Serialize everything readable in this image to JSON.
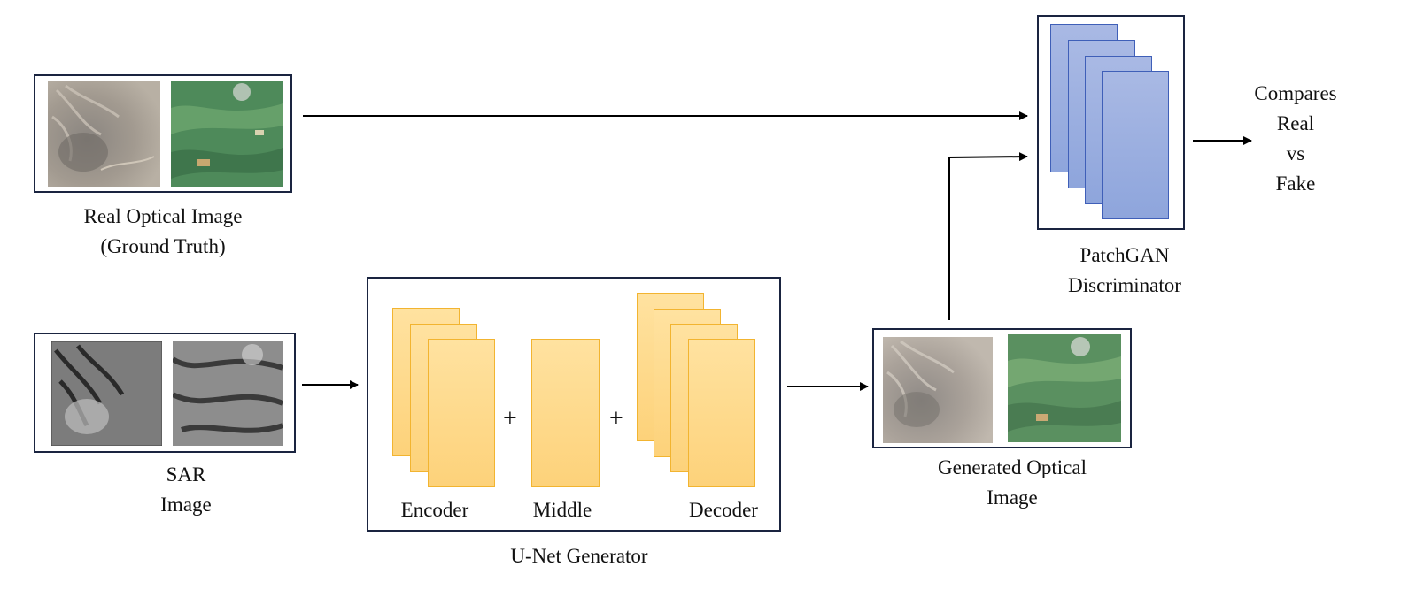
{
  "colors": {
    "frame": "#1a2440",
    "generator_block": "#fdd27a",
    "discriminator_block": "#8ea5dc",
    "arrow": "#000000"
  },
  "real_optical": {
    "line1": "Real Optical Image",
    "line2": "(Ground Truth)"
  },
  "sar": {
    "line1": "SAR",
    "line2": "Image"
  },
  "generator": {
    "encoder_label": "Encoder",
    "middle_label": "Middle",
    "decoder_label": "Decoder",
    "plus_symbol": "+",
    "title": "U-Net Generator"
  },
  "generated": {
    "line1": "Generated Optical",
    "line2": "Image"
  },
  "discriminator": {
    "line1": "PatchGAN",
    "line2": "Discriminator"
  },
  "output": {
    "line1": "Compares",
    "line2": "Real",
    "line3": "vs",
    "line4": "Fake"
  }
}
